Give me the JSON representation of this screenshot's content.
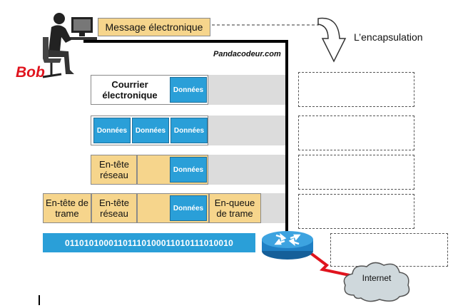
{
  "title_message": "Message électronique",
  "encapsulation_label": "L’encapsulation",
  "site_label": "Pandacodeur.com",
  "user_label": "Bob",
  "layers": {
    "application": {
      "title": "Courrier électronique",
      "data": "Données"
    },
    "segments": {
      "data": [
        "Données",
        "Données",
        "Données"
      ]
    },
    "network": {
      "header": "En-tête réseau",
      "data": "Données"
    },
    "datalink": {
      "frame_header": "En-tête de trame",
      "net_header": "En-tête réseau",
      "data": "Données",
      "trailer": "En-queue de trame"
    }
  },
  "bits": "01101010001101110100011010111010010",
  "cloud_label": "Internet",
  "colors": {
    "gold": "#f6d58c",
    "blue": "#2a9fd8",
    "red": "#e0141e",
    "router": "#1f7fc4"
  },
  "icons": [
    "user-at-computer-icon",
    "arrow-down-icon",
    "router-icon",
    "cloud-icon"
  ]
}
